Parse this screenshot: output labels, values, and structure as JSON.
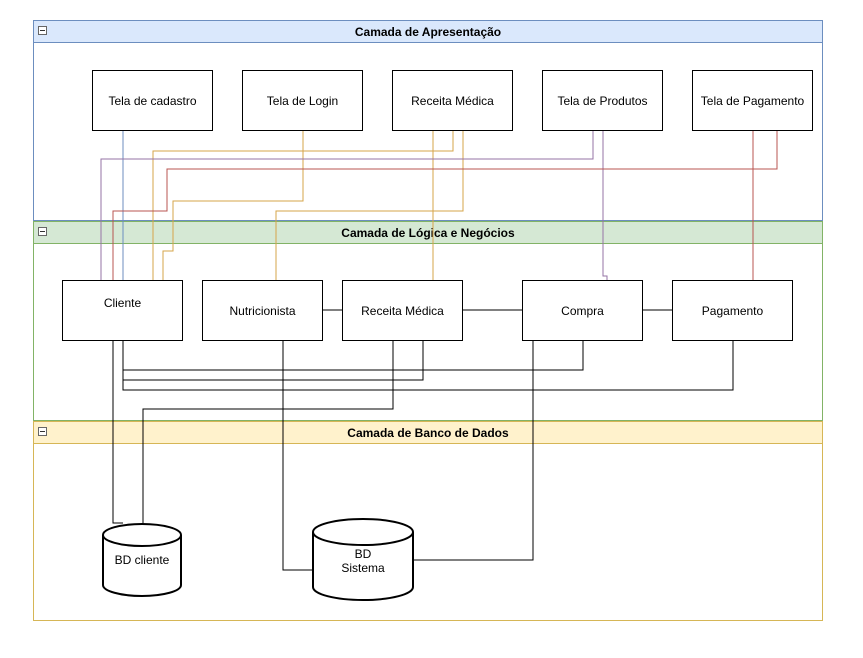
{
  "layers": {
    "presentation": {
      "title": "Camada de Apresentação"
    },
    "logic": {
      "title": "Camada de Lógica e Negócios"
    },
    "data": {
      "title": "Camada de Banco de Dados"
    }
  },
  "presentation_boxes": {
    "tela_cadastro": "Tela de cadastro",
    "tela_login": "Tela de Login",
    "receita_medica": "Receita Médica",
    "tela_produtos": "Tela de Produtos",
    "tela_pagamento": "Tela de Pagamento"
  },
  "logic_boxes": {
    "cliente": "Cliente",
    "nutricionista": "Nutricionista",
    "receita_medica": "Receita Médica",
    "compra": "Compra",
    "pagamento": "Pagamento"
  },
  "databases": {
    "bd_cliente": "BD cliente",
    "bd_sistema_line1": "BD",
    "bd_sistema_line2": "Sistema"
  },
  "colors": {
    "presentation_fill": "#dae8fc",
    "presentation_stroke": "#6c8ebf",
    "logic_fill": "#d5e8d4",
    "logic_stroke": "#82b366",
    "data_fill": "#fff2cc",
    "data_stroke": "#d6b656",
    "wire_blue": "#6c8ebf",
    "wire_orange": "#d6a44a",
    "wire_purple": "#9673a6",
    "wire_red": "#b85450",
    "wire_black": "#000000"
  }
}
